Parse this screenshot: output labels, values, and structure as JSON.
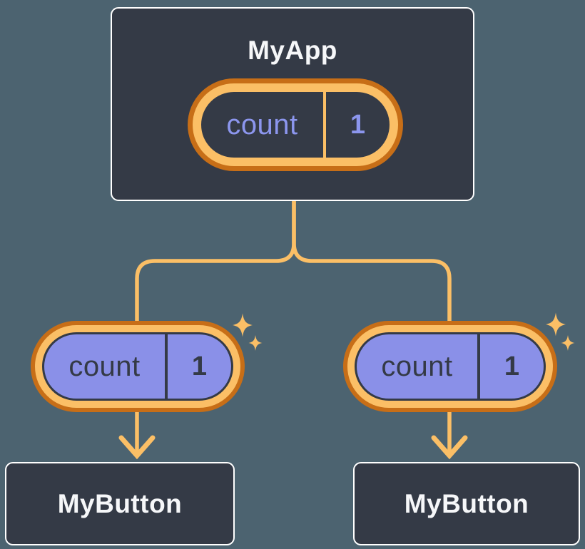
{
  "colors": {
    "background": "#4C6370",
    "card_fill": "#343A46",
    "card_border": "#FFFFFF",
    "title_text": "#F6F7F9",
    "amber_line": "#FBBF66",
    "orange_ring": "#C76E17",
    "lavender_fill": "#8A90E8",
    "periwinkle_text": "#8C96EE"
  },
  "diagram": {
    "root": {
      "title": "MyApp",
      "state": {
        "name": "count",
        "value": "1"
      }
    },
    "children": [
      {
        "title": "MyButton",
        "prop": {
          "name": "count",
          "value": "1"
        }
      },
      {
        "title": "MyButton",
        "prop": {
          "name": "count",
          "value": "1"
        }
      }
    ]
  }
}
